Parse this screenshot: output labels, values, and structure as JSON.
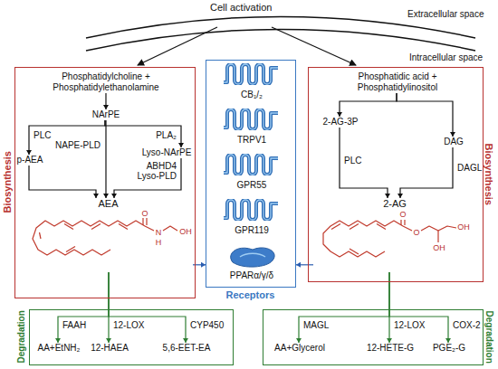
{
  "diagram": {
    "nodes": [
      {
        "text": [
          "Biosynthesis"
        ]
      },
      {
        "text": [
          "Phosphatidylcholine + Phosphatidylethanolamine"
        ],
        "in": 0
      },
      {
        "text": [
          "NArPE"
        ],
        "in": 0
      },
      {
        "text": [
          "p-AEA"
        ],
        "in": 0
      },
      {
        "text": [
          "Lyso-NArPE"
        ],
        "in": 0
      },
      {
        "text": [
          "AEA"
        ],
        "in": 0
      },
      {
        "text": [
          "Receptors"
        ]
      },
      {
        "text": [
          "CB₁/₂"
        ],
        "in": 6
      },
      {
        "text": [
          "TRPV1"
        ],
        "in": 6
      },
      {
        "text": [
          "GPR55"
        ],
        "in": 6
      },
      {
        "text": [
          "GPR119"
        ],
        "in": 6
      },
      {
        "text": [
          "PPARα/γ/δ"
        ],
        "in": 6
      },
      {
        "text": [
          "Biosynthesis"
        ]
      },
      {
        "text": [
          "Phosphatidic acid + Phosphatidylinositol"
        ],
        "in": 12
      },
      {
        "text": [
          "2-AG-3P"
        ],
        "in": 12
      },
      {
        "text": [
          "DAG"
        ],
        "in": 12
      },
      {
        "text": [
          "2-AG"
        ],
        "in": 12
      },
      {
        "text": [
          "Degradation"
        ]
      },
      {
        "text": [
          "AA+EtNH₂"
        ],
        "in": 17
      },
      {
        "text": [
          "12-HAEA"
        ],
        "in": 17
      },
      {
        "text": [
          "5,6-EET-EA"
        ],
        "in": 17
      },
      {
        "text": [
          "Degradation"
        ]
      },
      {
        "text": [
          "AA+Glycerol"
        ],
        "in": 21
      },
      {
        "text": [
          "12-HETE-G"
        ],
        "in": 21
      },
      {
        "text": [
          "PGE₂-G"
        ],
        "in": 21
      }
    ],
    "edges": [
      {
        "from": 1,
        "to": 2,
        "arrow": "to"
      },
      {
        "from": 2,
        "to": 3,
        "label": "PLC",
        "arrow": "to"
      },
      {
        "from": 2,
        "to": 5,
        "label": "NAPE-PLD",
        "arrow": "to"
      },
      {
        "from": 2,
        "to": 4,
        "label": "PLA₂",
        "arrow": "to"
      },
      {
        "from": 3,
        "to": 5,
        "arrow": "to"
      },
      {
        "from": 4,
        "to": 5,
        "label": "ABHD4 Lyso-PLD",
        "arrow": "to"
      },
      {
        "from": 13,
        "to": 14,
        "arrow": "to"
      },
      {
        "from": 13,
        "to": 15,
        "arrow": "to"
      },
      {
        "from": 14,
        "to": 16,
        "label": "PLC",
        "arrow": "to"
      },
      {
        "from": 15,
        "to": 16,
        "label": "DAGL",
        "arrow": "to"
      },
      {
        "from": 5,
        "to": 6,
        "arrow": "to"
      },
      {
        "from": 16,
        "to": 6,
        "arrow": "to"
      },
      {
        "from": 5,
        "to": 18,
        "label": "FAAH",
        "arrow": "to"
      },
      {
        "from": 5,
        "to": 19,
        "label": "12-LOX",
        "arrow": "to"
      },
      {
        "from": 5,
        "to": 20,
        "label": "CYP450",
        "arrow": "to"
      },
      {
        "from": 16,
        "to": 22,
        "label": "MAGL",
        "arrow": "to"
      },
      {
        "from": 16,
        "to": 23,
        "label": "12-LOX",
        "arrow": "to"
      },
      {
        "from": 16,
        "to": 24,
        "label": "COX-2",
        "arrow": "to"
      }
    ],
    "labels": [
      "Cell activation",
      "Extracellular space",
      "Intracellular space",
      "O",
      "N",
      "H",
      "OH",
      "O",
      "O",
      "OH",
      "OH"
    ]
  }
}
